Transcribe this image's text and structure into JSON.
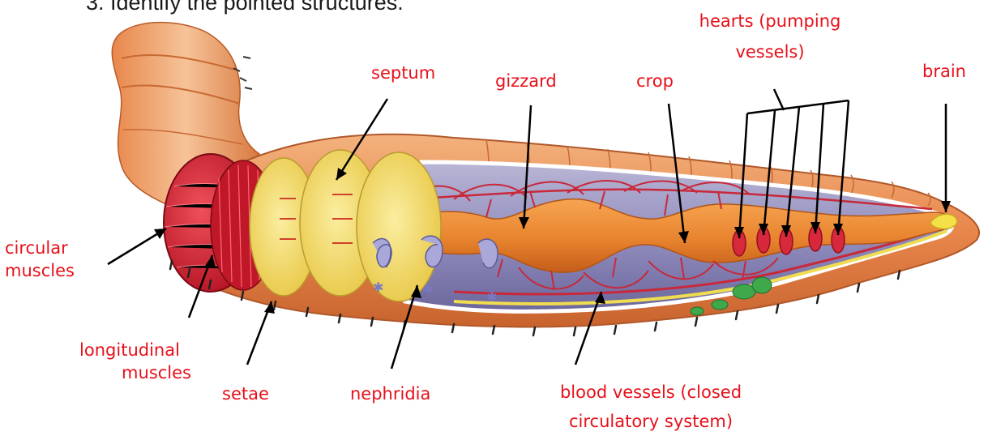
{
  "title": "3. Identify the pointed structures.",
  "labels": {
    "circular_1": "circular",
    "circular_2": "muscles",
    "longitudinal_1": "longitudinal",
    "longitudinal_2": "muscles",
    "setae": "setae",
    "nephridia": "nephridia",
    "septum": "septum",
    "gizzard": "gizzard",
    "crop": "crop",
    "hearts_1": "hearts (pumping",
    "hearts_2": "vessels)",
    "brain": "brain",
    "blood_1": "blood vessels (closed",
    "blood_2": "circulatory system)"
  },
  "colors": {
    "label": "#e8101a",
    "skin": "#e8915a",
    "muscle_circular": "#d8202c",
    "septum": "#f3dc6a",
    "gut": "#e8832e",
    "cavity": "#8a86b8",
    "vessel": "#c8283a"
  }
}
